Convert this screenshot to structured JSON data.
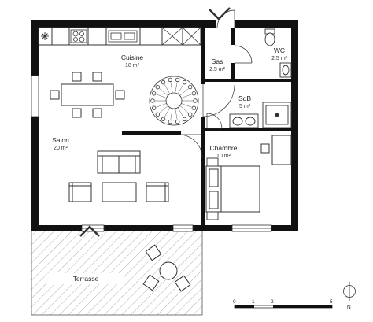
{
  "rooms": {
    "cuisine": {
      "name": "Cuisine",
      "area": "18 m²"
    },
    "sas": {
      "name": "Sas",
      "area": "2.5 m²"
    },
    "wc": {
      "name": "WC",
      "area": "2.5 m²"
    },
    "sdb": {
      "name": "SdB",
      "area": "5 m²"
    },
    "salon": {
      "name": "Salon",
      "area": "20 m²"
    },
    "chambre": {
      "name": "Chambre",
      "area": "10 m²"
    },
    "terrasse": {
      "name": "Terrasse"
    }
  },
  "scale": {
    "ticks": [
      "0",
      "1",
      "2",
      "5"
    ]
  },
  "north": {
    "label": "N"
  },
  "colors": {
    "wall": "#111111",
    "line": "#333333",
    "hatch": "#9a9a9a"
  }
}
